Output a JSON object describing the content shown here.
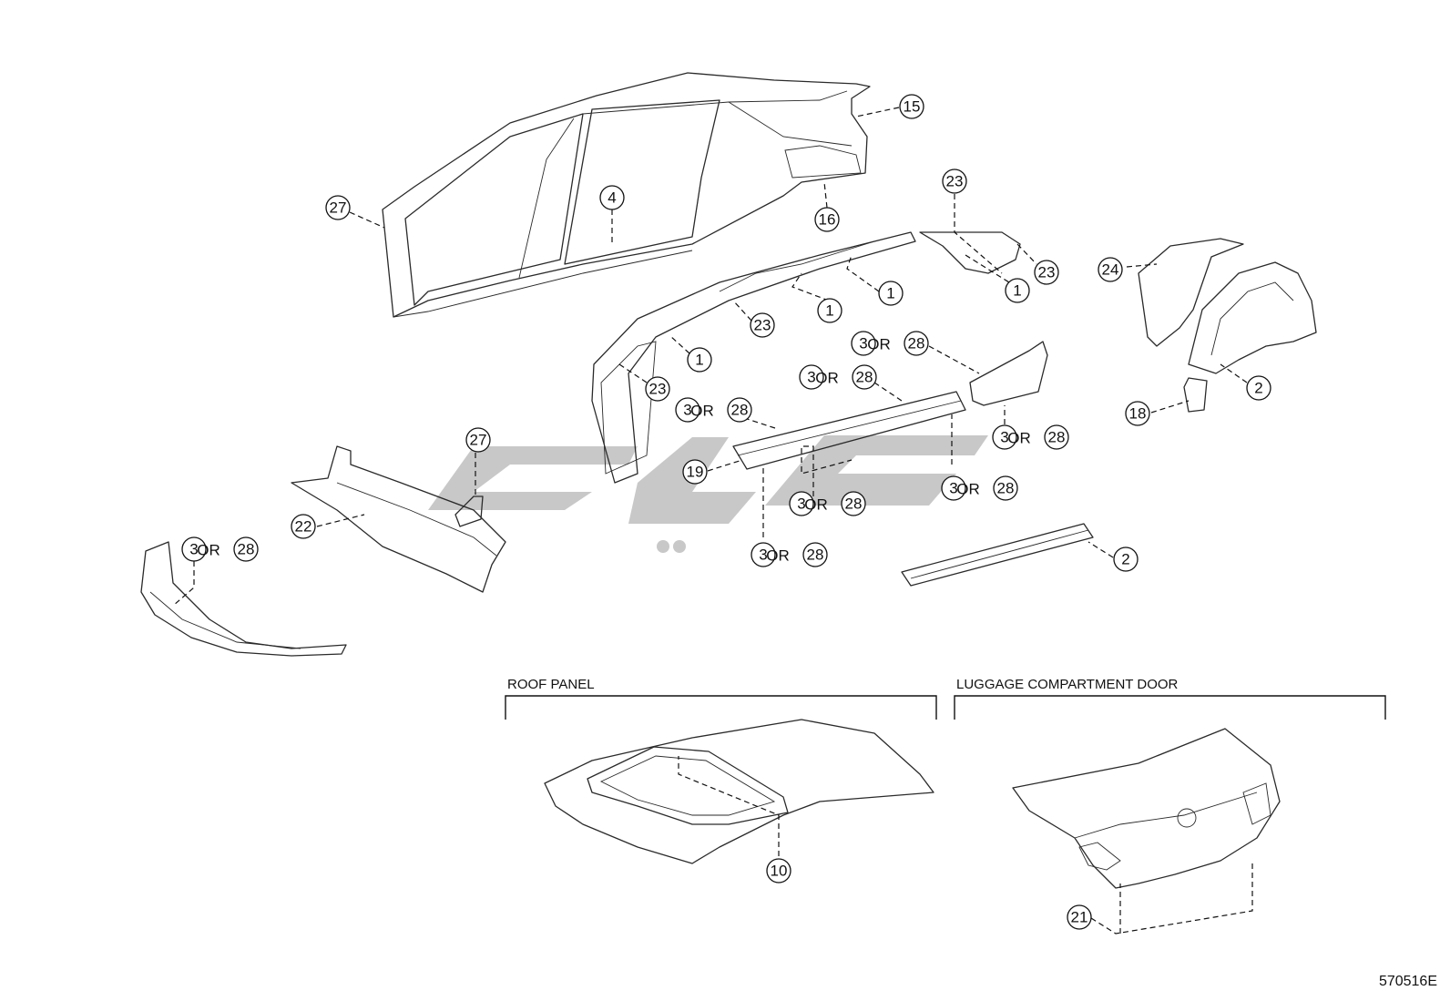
{
  "sections": {
    "roof": {
      "title": "ROOF PANEL"
    },
    "luggage": {
      "title": "LUGGAGE COMPARTMENT DOOR"
    }
  },
  "or_word": "OR",
  "diagram_id": "570516E",
  "callouts": [
    {
      "id": "c15",
      "text": "15"
    },
    {
      "id": "c16",
      "text": "16"
    },
    {
      "id": "c27a",
      "text": "27"
    },
    {
      "id": "c4",
      "text": "4"
    },
    {
      "id": "c23a",
      "text": "23"
    },
    {
      "id": "c23b",
      "text": "23"
    },
    {
      "id": "c1a",
      "text": "1"
    },
    {
      "id": "c1b",
      "text": "1"
    },
    {
      "id": "c1c",
      "text": "1"
    },
    {
      "id": "c23c",
      "text": "23"
    },
    {
      "id": "c1d",
      "text": "1"
    },
    {
      "id": "c23d",
      "text": "23"
    },
    {
      "id": "c24",
      "text": "24"
    },
    {
      "id": "c2a",
      "text": "2"
    },
    {
      "id": "c18",
      "text": "18"
    },
    {
      "id": "c19",
      "text": "19"
    },
    {
      "id": "c27b",
      "text": "27"
    },
    {
      "id": "c22",
      "text": "22"
    },
    {
      "id": "c2b",
      "text": "2"
    },
    {
      "id": "c10",
      "text": "10"
    },
    {
      "id": "c21",
      "text": "21"
    }
  ],
  "or_pairs": [
    {
      "id": "p1",
      "a": "3",
      "b": "28"
    },
    {
      "id": "p2",
      "a": "3",
      "b": "28"
    },
    {
      "id": "p3",
      "a": "3",
      "b": "28"
    },
    {
      "id": "p4",
      "a": "3",
      "b": "28"
    },
    {
      "id": "p5",
      "a": "3",
      "b": "28"
    },
    {
      "id": "p6",
      "a": "3",
      "b": "28"
    },
    {
      "id": "p7",
      "a": "3",
      "b": "28"
    },
    {
      "id": "p8",
      "a": "3",
      "b": "28"
    }
  ]
}
